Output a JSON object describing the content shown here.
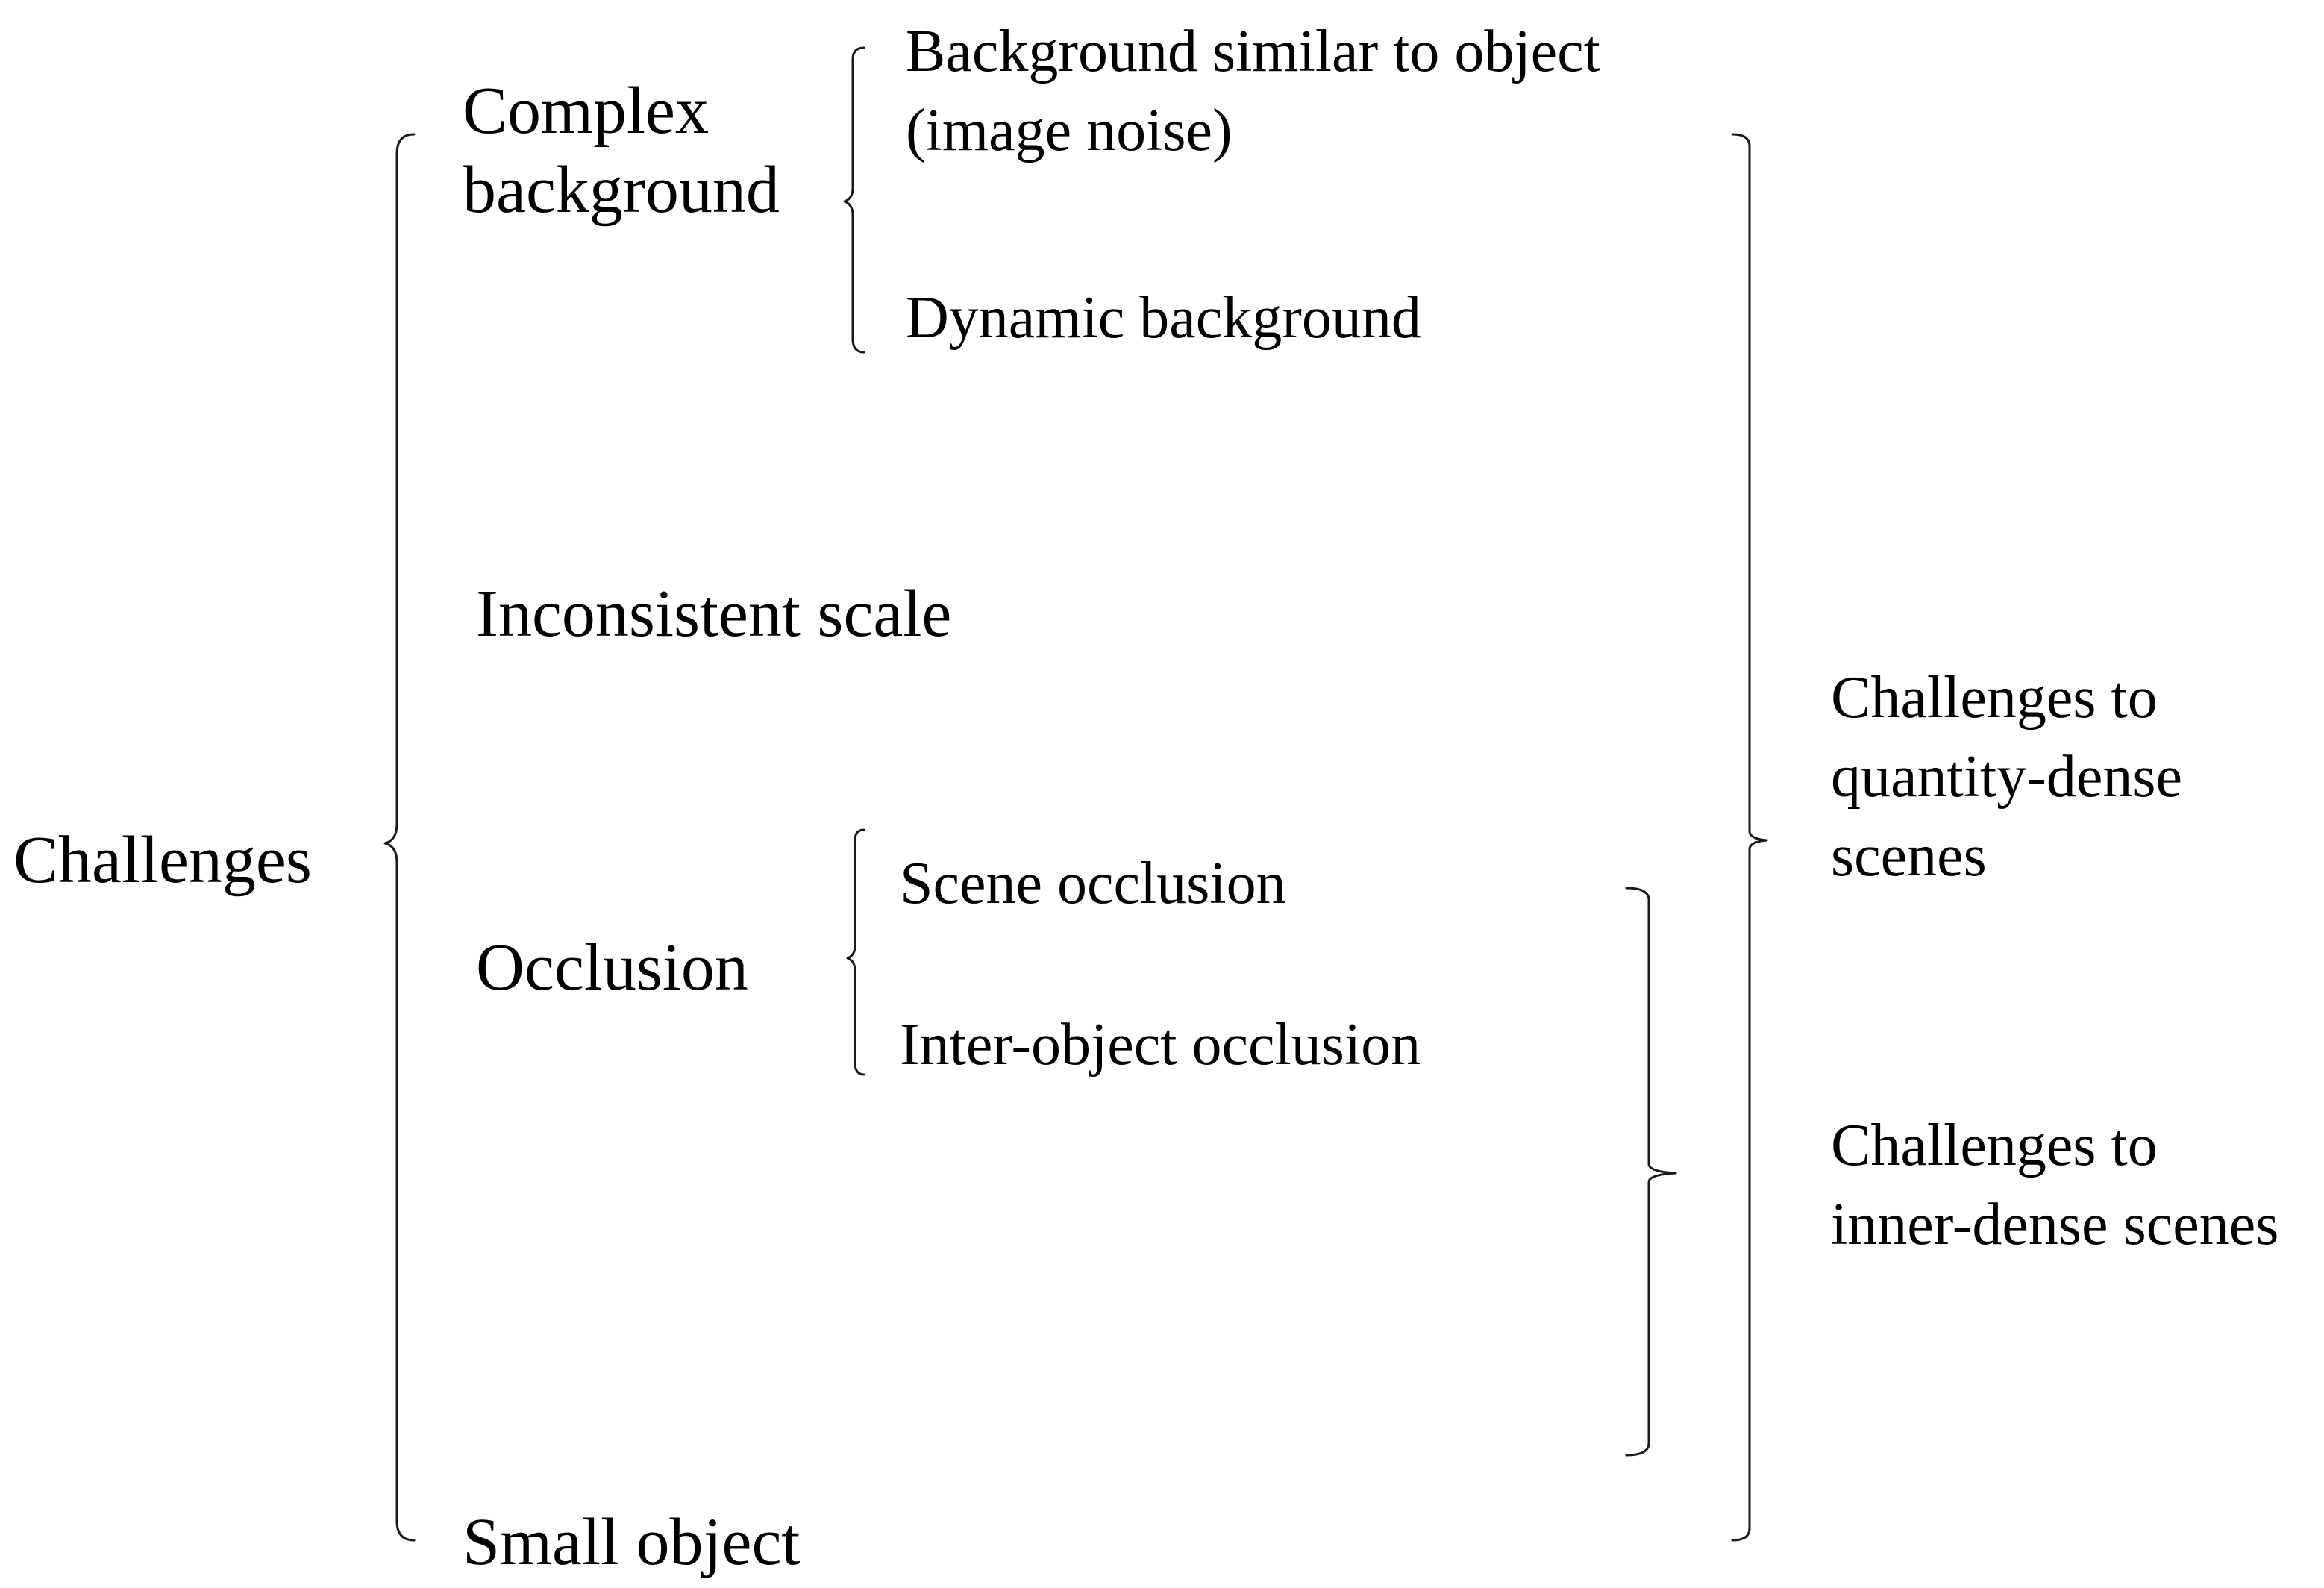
{
  "root": {
    "label": "Challenges"
  },
  "categories": {
    "complex_background": {
      "line1": "Complex",
      "line2": "background"
    },
    "inconsistent_scale": "Inconsistent scale",
    "occlusion": "Occlusion",
    "small_object": "Small object"
  },
  "sub_items": {
    "background_similar": {
      "line1": "Background similar to object",
      "line2": "(image noise)"
    },
    "dynamic_background": "Dynamic background",
    "scene_occlusion": "Scene occlusion",
    "inter_object_occlusion": "Inter-object occlusion"
  },
  "groups": {
    "quantity_dense": {
      "line1": "Challenges to",
      "line2": "quantity-dense",
      "line3": "scenes"
    },
    "inner_dense": {
      "line1": "Challenges to",
      "line2": "inner-dense scenes"
    }
  },
  "colors": {
    "text": "#000000",
    "bracket": "#1a1a1a",
    "background": "#ffffff"
  }
}
